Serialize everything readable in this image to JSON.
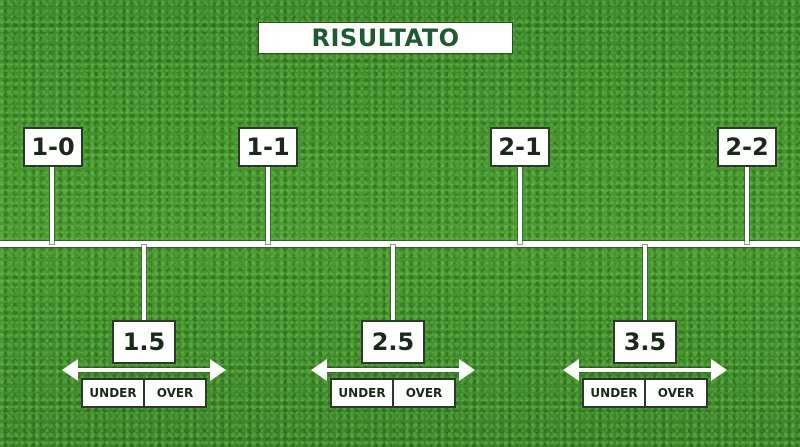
{
  "title": "RISULTATO",
  "scores": [
    "1-0",
    "1-1",
    "2-1",
    "2-2"
  ],
  "lines": [
    {
      "value": "1.5",
      "under": "UNDER",
      "over": "OVER"
    },
    {
      "value": "2.5",
      "under": "UNDER",
      "over": "OVER"
    },
    {
      "value": "3.5",
      "under": "UNDER",
      "over": "OVER"
    }
  ],
  "colors": {
    "title_text": "#1e5a32",
    "box_fill": "#ffffff",
    "grass": "#3f8a2c"
  }
}
